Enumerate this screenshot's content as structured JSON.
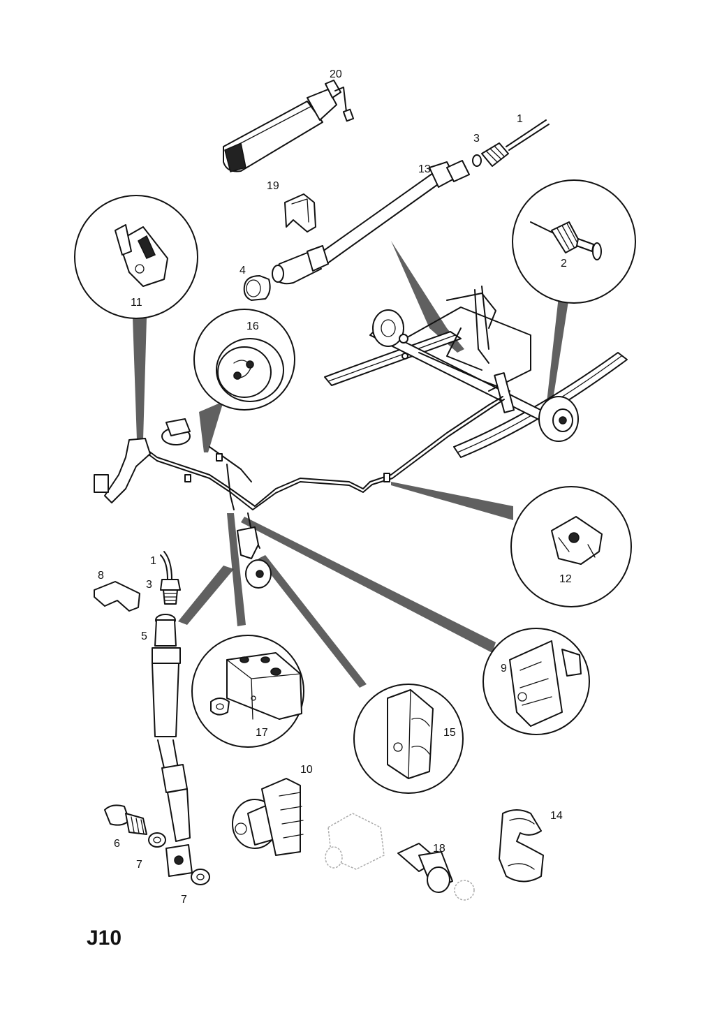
{
  "diagram_code": "J10",
  "callouts": {
    "c1_top": "1",
    "c1_left": "1",
    "c2": "2",
    "c3_top": "3",
    "c3_left": "3",
    "c4": "4",
    "c5": "5",
    "c6": "6",
    "c7_a": "7",
    "c7_b": "7",
    "c8": "8",
    "c9": "9",
    "c10": "10",
    "c11": "11",
    "c12": "12",
    "c13": "13",
    "c14": "14",
    "c15": "15",
    "c16": "16",
    "c17": "17",
    "c18": "18",
    "c19": "19",
    "c20": "20"
  }
}
